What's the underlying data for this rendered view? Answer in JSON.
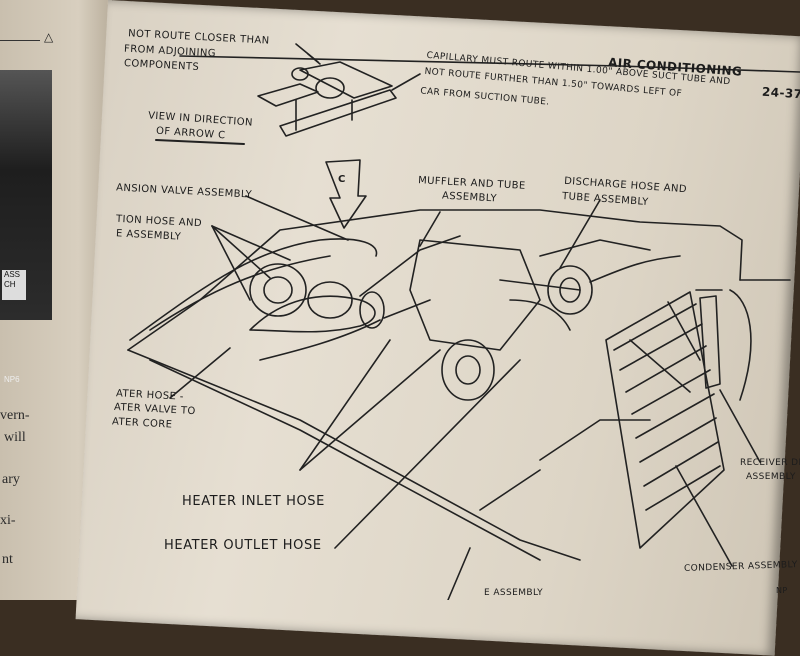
{
  "left_page": {
    "photo_label": "ASS CH",
    "photo_code": "NP6",
    "text_lines": [
      "vern-",
      "will",
      "ary",
      "xi-",
      "nt"
    ]
  },
  "header": {
    "section_title": "AIR CONDITIONING",
    "page_number": "24-37"
  },
  "labels": {
    "not_route_closer": [
      "NOT ROUTE CLOSER THAN",
      "FROM ADJOINING",
      "COMPONENTS"
    ],
    "capillary_note": [
      "CAPILLARY MUST ROUTE WITHIN 1.00\" ABOVE SUCT TUBE AND",
      "NOT ROUTE FURTHER THAN 1.50\" TOWARDS LEFT OF",
      "CAR FROM SUCTION TUBE."
    ],
    "view_direction": [
      "VIEW IN DIRECTION",
      "OF ARROW C"
    ],
    "arrow_c": "C",
    "expansion_valve": "ANSION VALVE ASSEMBLY",
    "suction_hose": [
      "TION HOSE AND",
      "E ASSEMBLY"
    ],
    "muffler_tube": [
      "MUFFLER AND TUBE",
      "ASSEMBLY"
    ],
    "discharge_hose": [
      "DISCHARGE HOSE AND",
      "TUBE ASSEMBLY"
    ],
    "heater_hose_valve": [
      "ATER HOSE -",
      "ATER VALVE TO",
      "ATER CORE"
    ],
    "heater_inlet": "HEATER INLET HOSE",
    "heater_outlet": "HEATER OUTLET HOSE",
    "receiver_drier": [
      "RECEIVER DR",
      "ASSEMBLY"
    ],
    "condenser": "CONDENSER ASSEMBLY",
    "bottom_partial": "E ASSEMBLY",
    "corner_code": "NP"
  },
  "colors": {
    "paper": "#e4ddd0",
    "ink": "#1c1c1c",
    "background": "#3a2e22"
  }
}
